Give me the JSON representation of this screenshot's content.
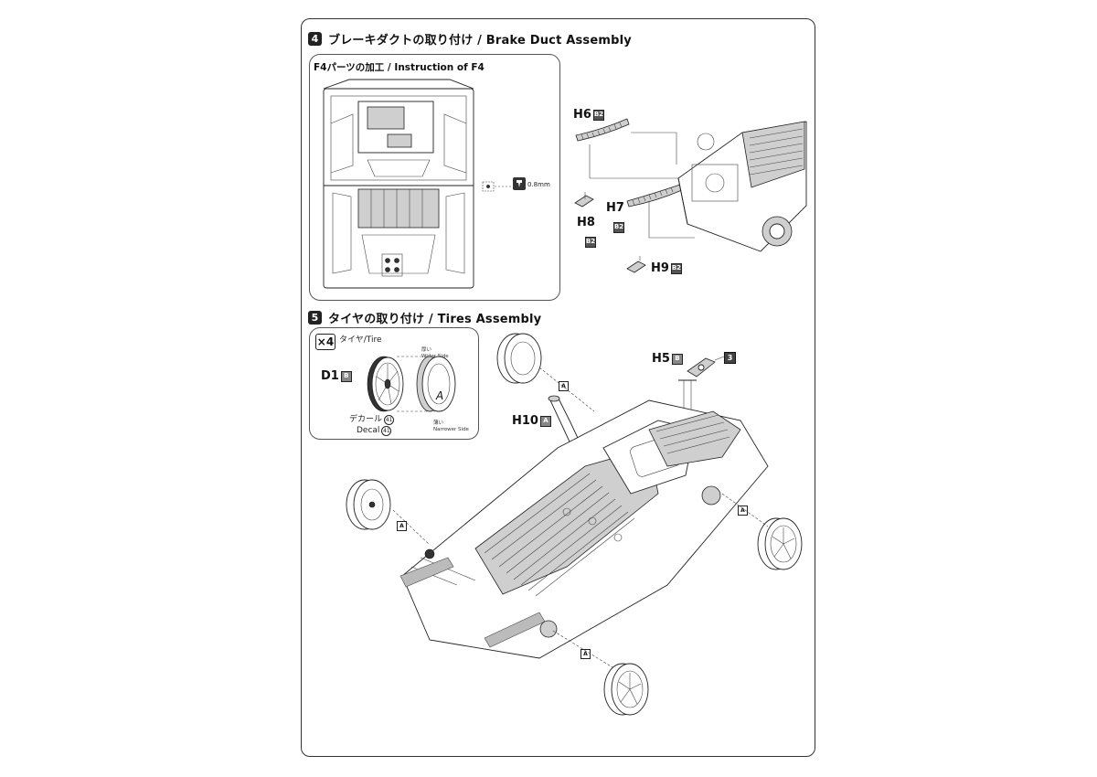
{
  "step4": {
    "number": "4",
    "title": "ブレーキダクトの取り付け / Brake Duct Assembly",
    "inset_title": "F4パーツの加工 / Instruction of F4",
    "drill_size": "0.8mm",
    "parts": [
      {
        "id": "H6",
        "sprue": "B2"
      },
      {
        "id": "H7",
        "sprue": "B2"
      },
      {
        "id": "H8",
        "sprue": "B2"
      },
      {
        "id": "H9",
        "sprue": "B2"
      }
    ]
  },
  "step5": {
    "number": "5",
    "title": "タイヤの取り付け / Tires Assembly",
    "inset": {
      "quantity": "×4",
      "tire_label": "タイヤ/Tire",
      "wider_side_jp": "厚い",
      "wider_side_en": "Wider Side",
      "narrower_side_jp": "薄い",
      "narrower_side_en": "Narrower Side",
      "decal_jp": "デカール",
      "decal_en": "Decal",
      "decal_no": "41",
      "wheel_part": "D1",
      "wheel_sprue": "B",
      "tire_mark": "A"
    },
    "parts": [
      {
        "id": "H5",
        "sprue": "B"
      },
      {
        "id": "H10",
        "sprue": "A"
      }
    ],
    "callout_number": "3",
    "adhesive_mark": "A"
  },
  "colors": {
    "ink": "#222222",
    "sprue_fill": "#555555",
    "paper": "#ffffff"
  }
}
